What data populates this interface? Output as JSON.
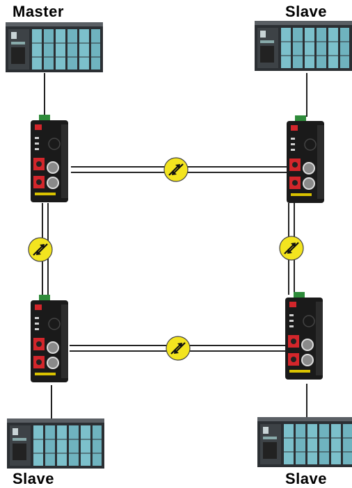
{
  "labels": {
    "top_left": "Master",
    "top_right": "Slave",
    "bottom_left": "Slave",
    "bottom_right": "Slave"
  },
  "colors": {
    "plc_body": "#2b2f33",
    "plc_module": "#6fb3bf",
    "converter_body": "#1a1a1a",
    "port_red": "#d3262b",
    "connector_green": "#2e8b3a",
    "link_badge": "#f3e41f"
  },
  "icons": {
    "plc": "plc-rack-icon",
    "converter": "fiber-converter-icon",
    "link": "fiber-link-arrows-icon"
  }
}
